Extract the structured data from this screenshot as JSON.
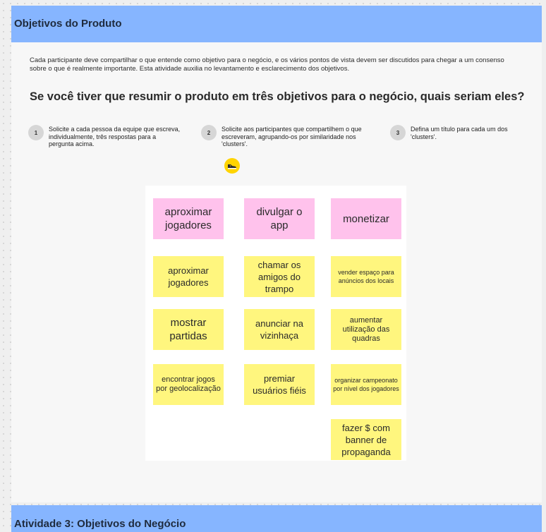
{
  "frame": {
    "title": "Objetivos do Produto",
    "intro": "Cada participante deve compartilhar o que entende como objetivo para o negócio, e os vários pontos de vista devem ser discutidos para chegar a um consenso sobre o que é realmente importante. Esta atividade auxilia no levantamento e esclarecimento dos objetivos.",
    "question": "Se você tiver que resumir o produto em três objetivos para o negócio, quais seriam eles?"
  },
  "steps": [
    {
      "number": "1",
      "text": "Solicite a cada pessoa da equipe que escreva, individualmente, três respostas para a pergunta acima."
    },
    {
      "number": "2",
      "text": "Solicite aos participantes que compartilhem o que escreveram, agrupando-os por similaridade nos 'clusters'."
    },
    {
      "number": "3",
      "text": "Defina um título para cada um dos 'clusters'."
    }
  ],
  "badge": {
    "icon": "sneaker-icon"
  },
  "colors": {
    "header": "#86b5ff",
    "pink": "#ffc2ec",
    "yellow": "#fff67e",
    "badge": "#ffd400"
  },
  "stickies": {
    "col1": [
      "aproximar jogadores",
      "aproximar jogadores",
      "mostrar partidas",
      "encontrar jogos por geolocalização"
    ],
    "col2": [
      "divulgar o app",
      "chamar os amigos do trampo",
      "anunciar na vizinhaça",
      "premiar usuários fiéis"
    ],
    "col3": [
      "monetizar",
      "vender espaço para anúncios dos locais",
      "aumentar utilização das quadras",
      "organizar campeonato por nível dos jogadores",
      "fazer $ com banner de propaganda"
    ]
  },
  "bottom": {
    "title": "Atividade 3: Objetivos do Negócio"
  }
}
